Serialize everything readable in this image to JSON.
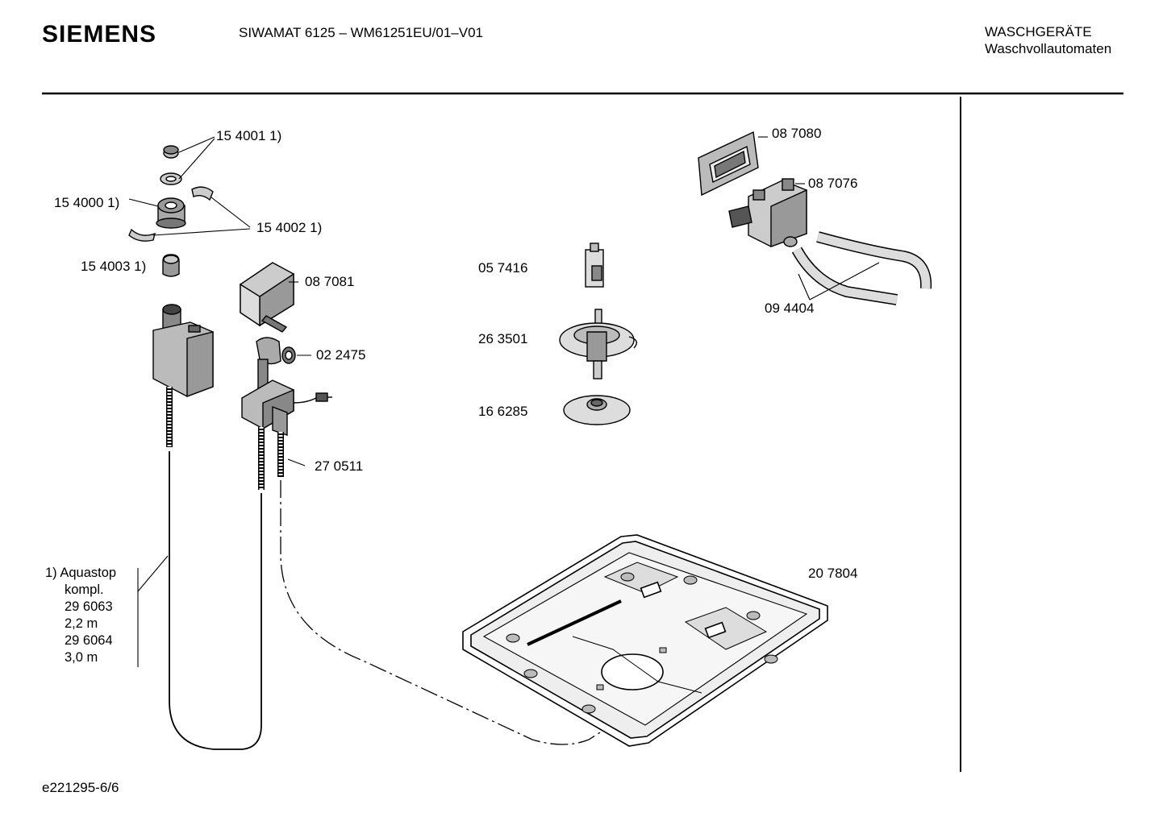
{
  "header": {
    "brand": "SIEMENS",
    "model": "SIWAMAT 6125 – WM61251EU/01–V01",
    "category": "WASCHGERÄTE",
    "subcategory": "Waschvollautomaten"
  },
  "footer": {
    "doc_id": "e221295-6/6"
  },
  "parts": [
    {
      "id": "154001",
      "label": "15 4001 1)"
    },
    {
      "id": "154000",
      "label": "15 4000 1)"
    },
    {
      "id": "154002",
      "label": "15 4002 1)"
    },
    {
      "id": "154003",
      "label": "15 4003 1)"
    },
    {
      "id": "087081",
      "label": "08 7081"
    },
    {
      "id": "022475",
      "label": "02 2475"
    },
    {
      "id": "270511",
      "label": "27 0511"
    },
    {
      "id": "057416",
      "label": "05 7416"
    },
    {
      "id": "263501",
      "label": "26 3501"
    },
    {
      "id": "166285",
      "label": "16 6285"
    },
    {
      "id": "087080",
      "label": "08 7080"
    },
    {
      "id": "087076",
      "label": "08 7076"
    },
    {
      "id": "094404",
      "label": "09 4404"
    },
    {
      "id": "207804",
      "label": "20 7804"
    }
  ],
  "note": {
    "lines": [
      "1)  Aquastop",
      "kompl.",
      "29 6063",
      "2,2 m",
      "29 6064",
      "3,0 m"
    ]
  }
}
